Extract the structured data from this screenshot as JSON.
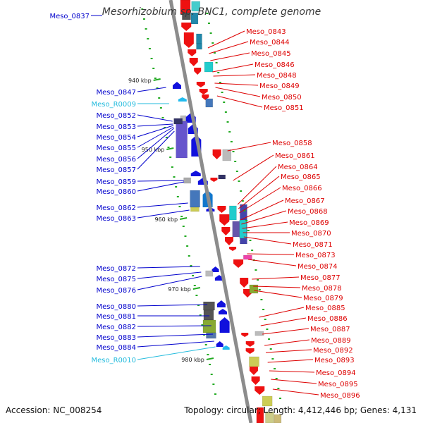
{
  "title": "Mesorhizobium sp. BNC1, complete genome",
  "footer": {
    "accession": "Accession: NC_008254",
    "topology": "Topology: circular; Length: 4,412,446 bp; Genes: 4,131"
  },
  "colors": {
    "backbone": "#8c8c8c",
    "left_label": "#0000cc",
    "right_label": "#dd0000",
    "rna_label": "#22bbdd",
    "tick": "#22aa22",
    "red_gene": "#ee1111",
    "blue_gene": "#1111dd"
  },
  "scale_ticks": [
    "940 kbp",
    "950 kbp",
    "960 kbp",
    "970 kbp",
    "980 kbp"
  ],
  "top_left_label": "Meso_0837",
  "left_labels": [
    "Meso_0847",
    "Meso_R0009",
    "Meso_0852",
    "Meso_0853",
    "Meso_0854",
    "Meso_0855",
    "Meso_0856",
    "Meso_0857",
    "Meso_0859",
    "Meso_0860",
    "Meso_0862",
    "Meso_0863",
    "Meso_0872",
    "Meso_0875",
    "Meso_0876",
    "Meso_0880",
    "Meso_0881",
    "Meso_0882",
    "Meso_0883",
    "Meso_0884",
    "Meso_R0010"
  ],
  "right_labels": [
    "Meso_0843",
    "Meso_0844",
    "Meso_0845",
    "Meso_0846",
    "Meso_0848",
    "Meso_0849",
    "Meso_0850",
    "Meso_0851",
    "Meso_0858",
    "Meso_0861",
    "Meso_0864",
    "Meso_0865",
    "Meso_0866",
    "Meso_0867",
    "Meso_0868",
    "Meso_0869",
    "Meso_0870",
    "Meso_0871",
    "Meso_0873",
    "Meso_0874",
    "Meso_0877",
    "Meso_0878",
    "Meso_0879",
    "Meso_0885",
    "Meso_0886",
    "Meso_0887",
    "Meso_0889",
    "Meso_0892",
    "Meso_0893",
    "Meso_0894",
    "Meso_0895",
    "Meso_0896"
  ]
}
